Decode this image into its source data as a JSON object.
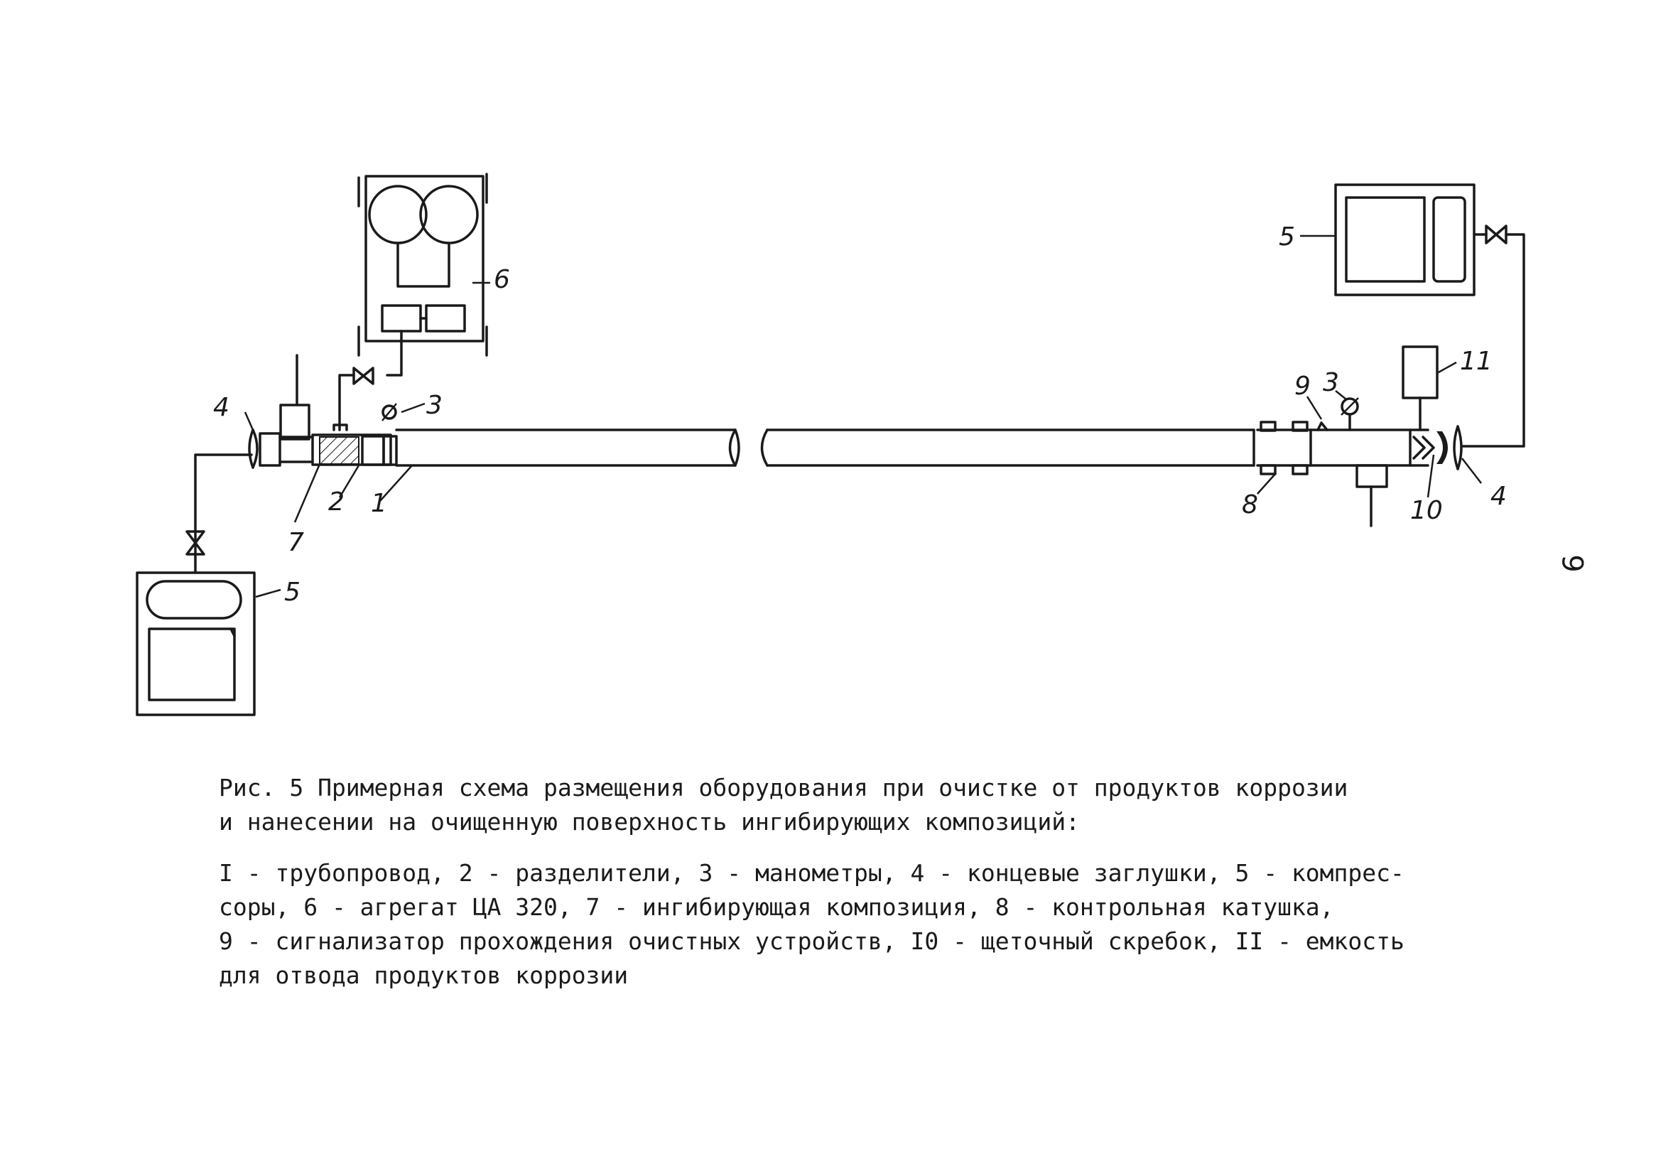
{
  "figure": {
    "caption_line1": "Рис. 5  Примерная схема размещения оборудования при очистке от продуктов коррозии",
    "caption_line2": "и нанесении на очищенную поверхность ингибирующих композиций:",
    "legend_line1": "I - трубопровод, 2 - разделители, 3 - манометры, 4 - концевые заглушки, 5 - компрес-",
    "legend_line2": "соры, 6 - агрегат ЦА 320, 7 - ингибирующая композиция, 8 - контрольная катушка,",
    "legend_line3": "9 - сигнализатор прохождения очистных устройств, I0 - щеточный скребок, II - емкость",
    "legend_line4": "для отвода продуктов коррозии"
  },
  "page_number": "9",
  "labels": {
    "l1": "1",
    "l2": "2",
    "l3_left": "3",
    "l3_right": "3",
    "l4_left": "4",
    "l4_right": "4",
    "l5_left": "5",
    "l5_right": "5",
    "l6": "6",
    "l7": "7",
    "l8": "8",
    "l9": "9",
    "l10": "10",
    "l11": "11"
  }
}
